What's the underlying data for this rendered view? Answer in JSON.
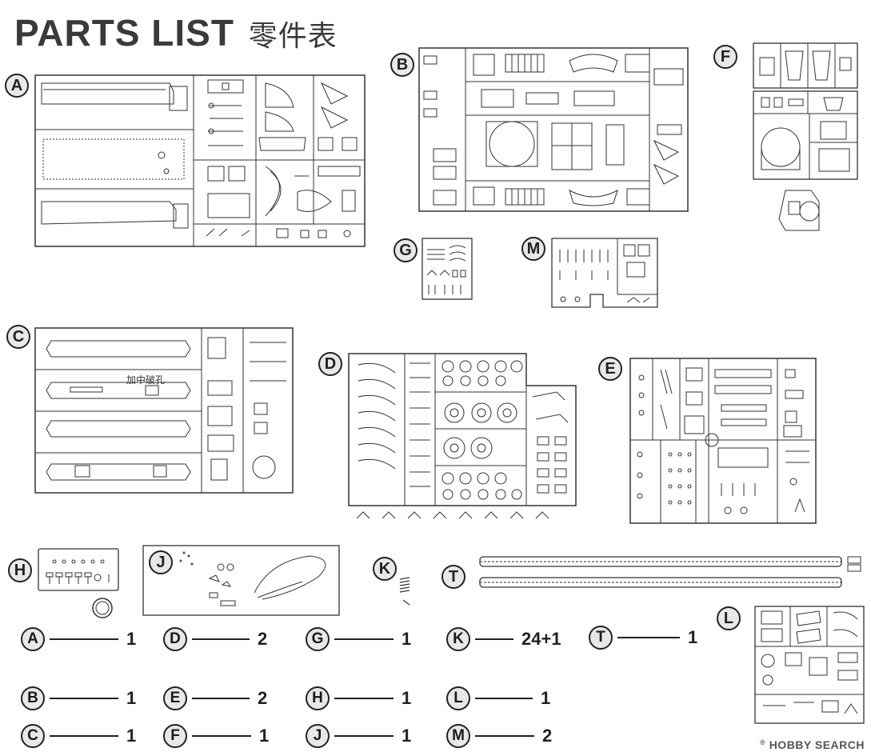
{
  "title": {
    "main": "PARTS  LIST",
    "chinese": "零件表"
  },
  "sprues": [
    {
      "letter": "A"
    },
    {
      "letter": "B"
    },
    {
      "letter": "F"
    },
    {
      "letter": "G"
    },
    {
      "letter": "M"
    },
    {
      "letter": "C"
    },
    {
      "letter": "D"
    },
    {
      "letter": "E"
    },
    {
      "letter": "H"
    },
    {
      "letter": "J"
    },
    {
      "letter": "K"
    },
    {
      "letter": "T"
    },
    {
      "letter": "L"
    }
  ],
  "sprue_c_annotation": "加中破孔",
  "legend": [
    {
      "letter": "A",
      "qty": "1"
    },
    {
      "letter": "B",
      "qty": "1"
    },
    {
      "letter": "C",
      "qty": "1"
    },
    {
      "letter": "D",
      "qty": "2"
    },
    {
      "letter": "E",
      "qty": "2"
    },
    {
      "letter": "F",
      "qty": "1"
    },
    {
      "letter": "G",
      "qty": "1"
    },
    {
      "letter": "H",
      "qty": "1"
    },
    {
      "letter": "J",
      "qty": "1"
    },
    {
      "letter": "K",
      "qty": "24+1"
    },
    {
      "letter": "L",
      "qty": "1"
    },
    {
      "letter": "M",
      "qty": "2"
    },
    {
      "letter": "T",
      "qty": "1"
    }
  ],
  "watermark": {
    "brand": "HOBBY SEARCH",
    "reg": "®"
  }
}
